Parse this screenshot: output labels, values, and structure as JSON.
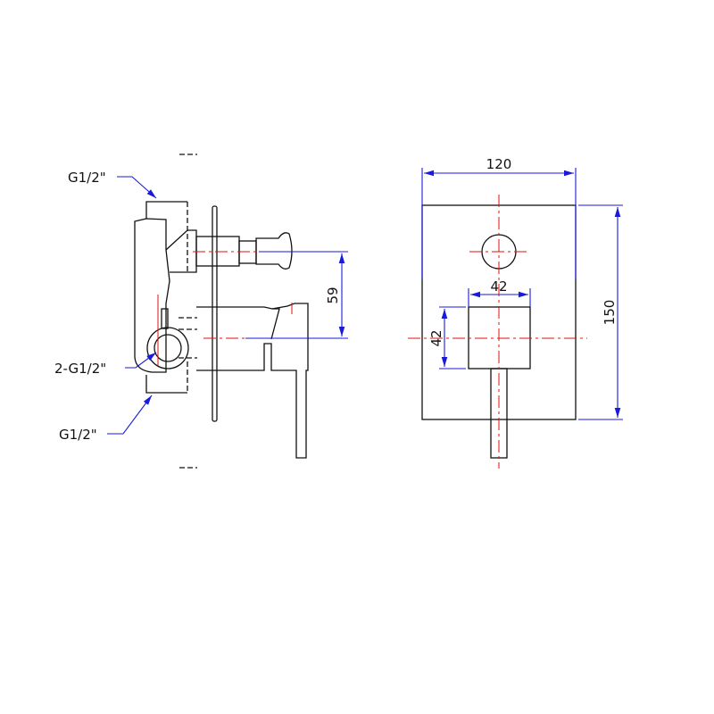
{
  "side_view": {
    "label_top": "G1/2\"",
    "label_middle": "2-G1/2\"",
    "label_bottom": "G1/2\"",
    "dim_vertical": "59"
  },
  "front_view": {
    "dim_width": "120",
    "dim_height": "150",
    "dim_square_width": "42",
    "dim_square_height": "42"
  }
}
